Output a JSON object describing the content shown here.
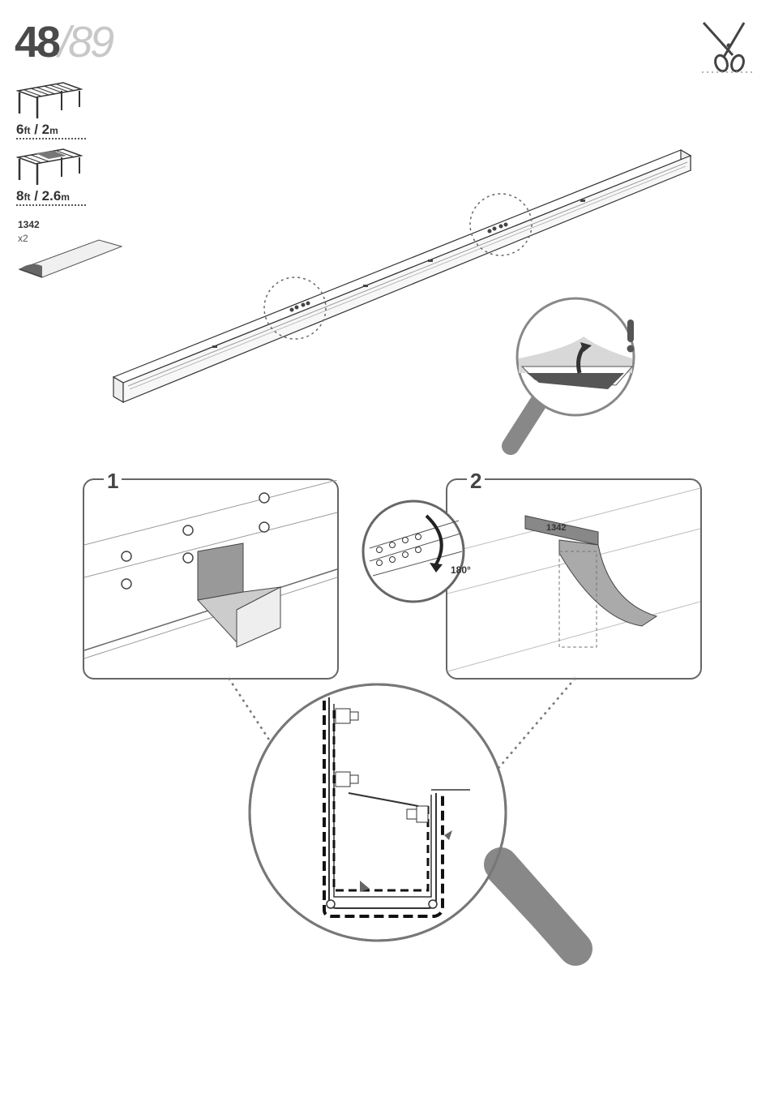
{
  "page": {
    "current": "48",
    "separator": "/",
    "total": "89"
  },
  "models": [
    {
      "size_ft": "6",
      "unit_ft": "ft",
      "sep": " / ",
      "size_m": "2",
      "unit_m": "m"
    },
    {
      "size_ft": "8",
      "unit_ft": "ft",
      "sep": " / ",
      "size_m": "2.6",
      "unit_m": "m"
    }
  ],
  "part": {
    "number": "1342",
    "quantity": "x2",
    "label_on_tape": "1342"
  },
  "steps": [
    {
      "number": "1"
    },
    {
      "number": "2"
    }
  ],
  "rotation_label": "180°",
  "icons": {
    "tool": "scissors-icon",
    "warning": "exclamation-icon",
    "magnifier": "magnifier-icon"
  }
}
